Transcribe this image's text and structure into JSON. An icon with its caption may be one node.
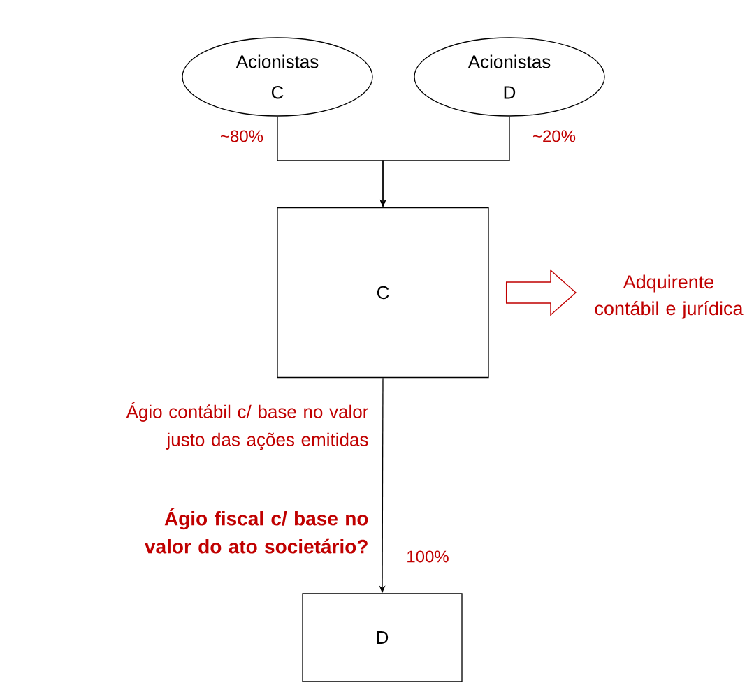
{
  "diagram": {
    "nodes": [
      {
        "text": [
          "Acionistas C"
        ]
      },
      {
        "text": [
          "Acionistas D"
        ]
      },
      {
        "text": [
          "C"
        ]
      },
      {
        "text": [
          "D"
        ]
      },
      {
        "text": [
          "Adquirente contábil e jurídica"
        ]
      }
    ],
    "edges": [
      {
        "from": 0,
        "to": 2,
        "arrow": "to",
        "label": "~80%"
      },
      {
        "from": 1,
        "to": 2,
        "arrow": "to",
        "label": "~20%"
      },
      {
        "from": 2,
        "to": 3,
        "arrow": "to",
        "label": "100%"
      },
      {
        "from": 2,
        "to": 4,
        "arrow": "to",
        "style": "thick",
        "color": "#c00000"
      }
    ],
    "labels": [
      "Ágio contábil c/ base no valor justo das ações emitidas",
      "**Ágio fiscal c/ base no valor do ato societário?**"
    ]
  }
}
